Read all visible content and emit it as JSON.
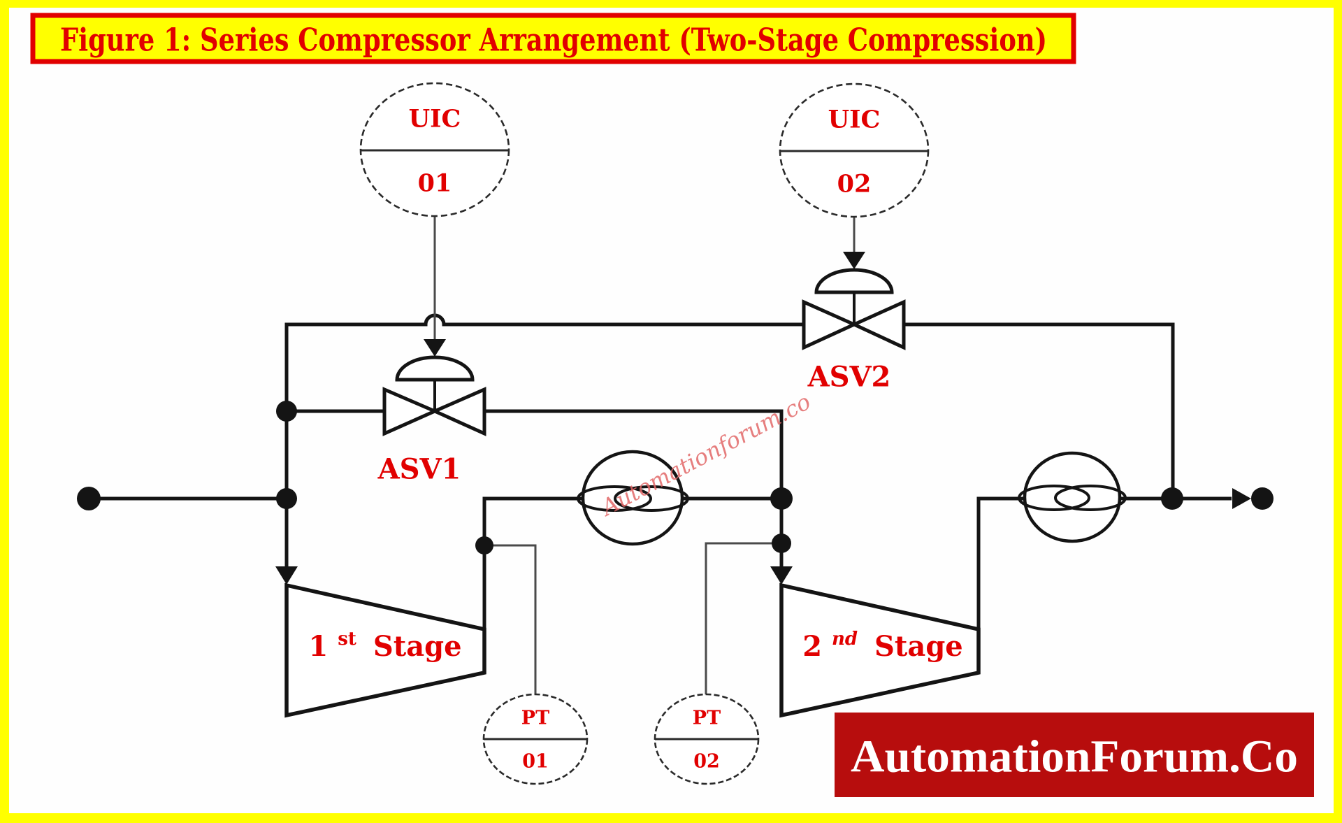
{
  "title": "Figure 1: Series Compressor Arrangement (Two-Stage Compression)",
  "watermark": "Automationforum.co",
  "logo": {
    "text": "AutomationForum.Co"
  },
  "instruments": {
    "uic1": {
      "tag": "UIC",
      "number": "01"
    },
    "uic2": {
      "tag": "UIC",
      "number": "02"
    },
    "pt1": {
      "tag": "PT",
      "number": "01"
    },
    "pt2": {
      "tag": "PT",
      "number": "02"
    }
  },
  "valves": {
    "asv1": "ASV1",
    "asv2": "ASV2"
  },
  "compressors": {
    "stage1": {
      "base": "1",
      "sup": "st",
      "rest": "Stage"
    },
    "stage2": {
      "base": "2",
      "sup": "nd",
      "rest": "Stage"
    }
  },
  "colors": {
    "frame_yellow": "#ffff00",
    "banner_yellow": "#ffff00",
    "accent_red": "#e10000",
    "label_red": "#e10000",
    "line_black": "#141414",
    "signal_gray": "#4a4a4a",
    "logo_bg": "#b70d0d",
    "logo_text": "#ffffff",
    "watermark_red": "#e26868"
  }
}
